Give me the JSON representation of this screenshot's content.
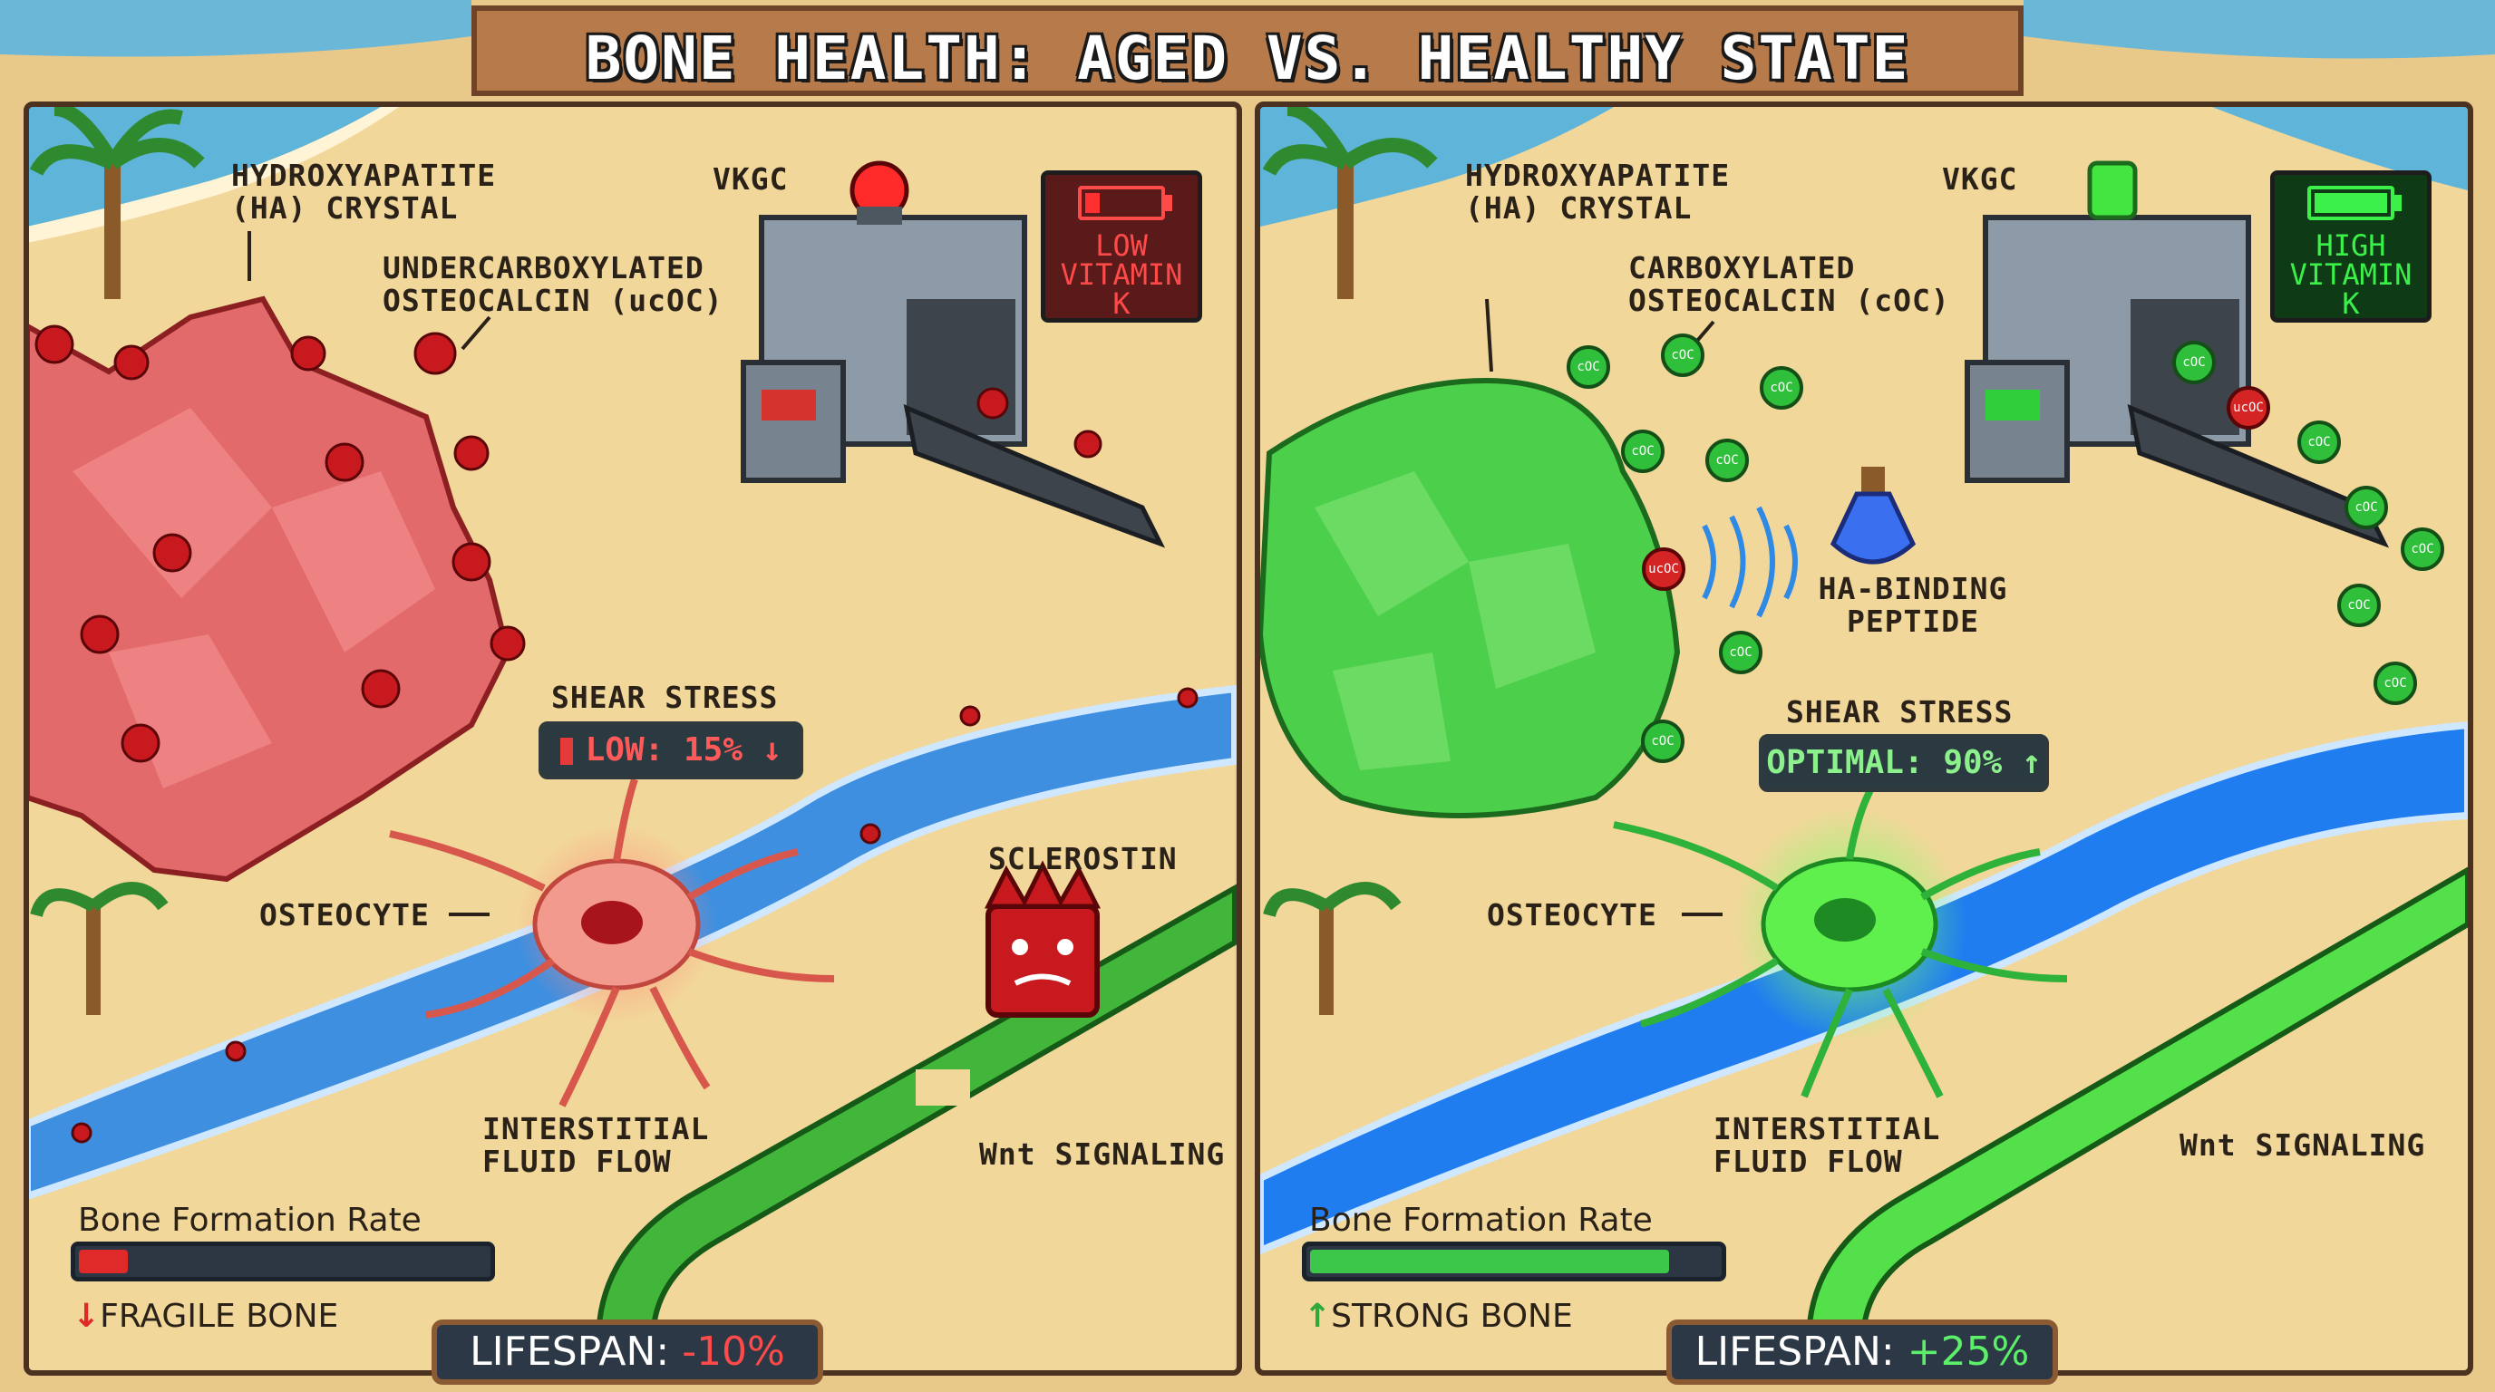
{
  "title": "BONE HEALTH: AGED VS. HEALTHY STATE",
  "colors": {
    "aged_accent": "#d43a3a",
    "healthy_accent": "#3cc64a",
    "river": "#3f8fe0",
    "sand": "#f2d79a",
    "frame": "#4a3120"
  },
  "aged": {
    "crystal_label": "HYDROXYAPATITE\n(HA) CRYSTAL",
    "vkgc_label": "VKGC",
    "vitamin_status": "LOW\nVITAMIN\nK",
    "osteocalcin_label": "UNDERCARBOXYLATED\nOSTEOCALCIN (ucOC)",
    "shear_title": "SHEAR STRESS",
    "shear_value": "LOW: 15%",
    "shear_arrow": "↓",
    "osteocyte_label": "OSTEOCYTE",
    "sclerostin_label": "SCLEROSTIN",
    "fluid_label": "INTERSTITIAL\nFLUID FLOW",
    "wnt_label": "Wnt SIGNALING",
    "bone_rate_title": "Bone Formation Rate",
    "bone_rate_fraction": 0.12,
    "outcome_arrow": "↓",
    "outcome": "FRAGILE BONE",
    "lifespan_label": "LIFESPAN: ",
    "lifespan_value": "-10%"
  },
  "healthy": {
    "crystal_label": "HYDROXYAPATITE\n(HA) CRYSTAL",
    "vkgc_label": "VKGC",
    "vitamin_status": "HIGH\nVITAMIN\nK",
    "osteocalcin_label": "CARBOXYLATED\nOSTEOCALCIN (cOC)",
    "peptide_label": "HA-BINDING\nPEPTIDE",
    "shear_title": "SHEAR STRESS",
    "shear_value": "OPTIMAL: 90%",
    "shear_arrow": "↑",
    "osteocyte_label": "OSTEOCYTE",
    "fluid_label": "INTERSTITIAL\nFLUID FLOW",
    "wnt_label": "Wnt SIGNALING",
    "bone_rate_title": "Bone Formation Rate",
    "bone_rate_fraction": 0.88,
    "outcome_arrow": "↑",
    "outcome": "STRONG BONE",
    "lifespan_label": "LIFESPAN: ",
    "lifespan_value": "+25%",
    "coc_token": "cOC",
    "ucoc_token": "ucOC"
  }
}
